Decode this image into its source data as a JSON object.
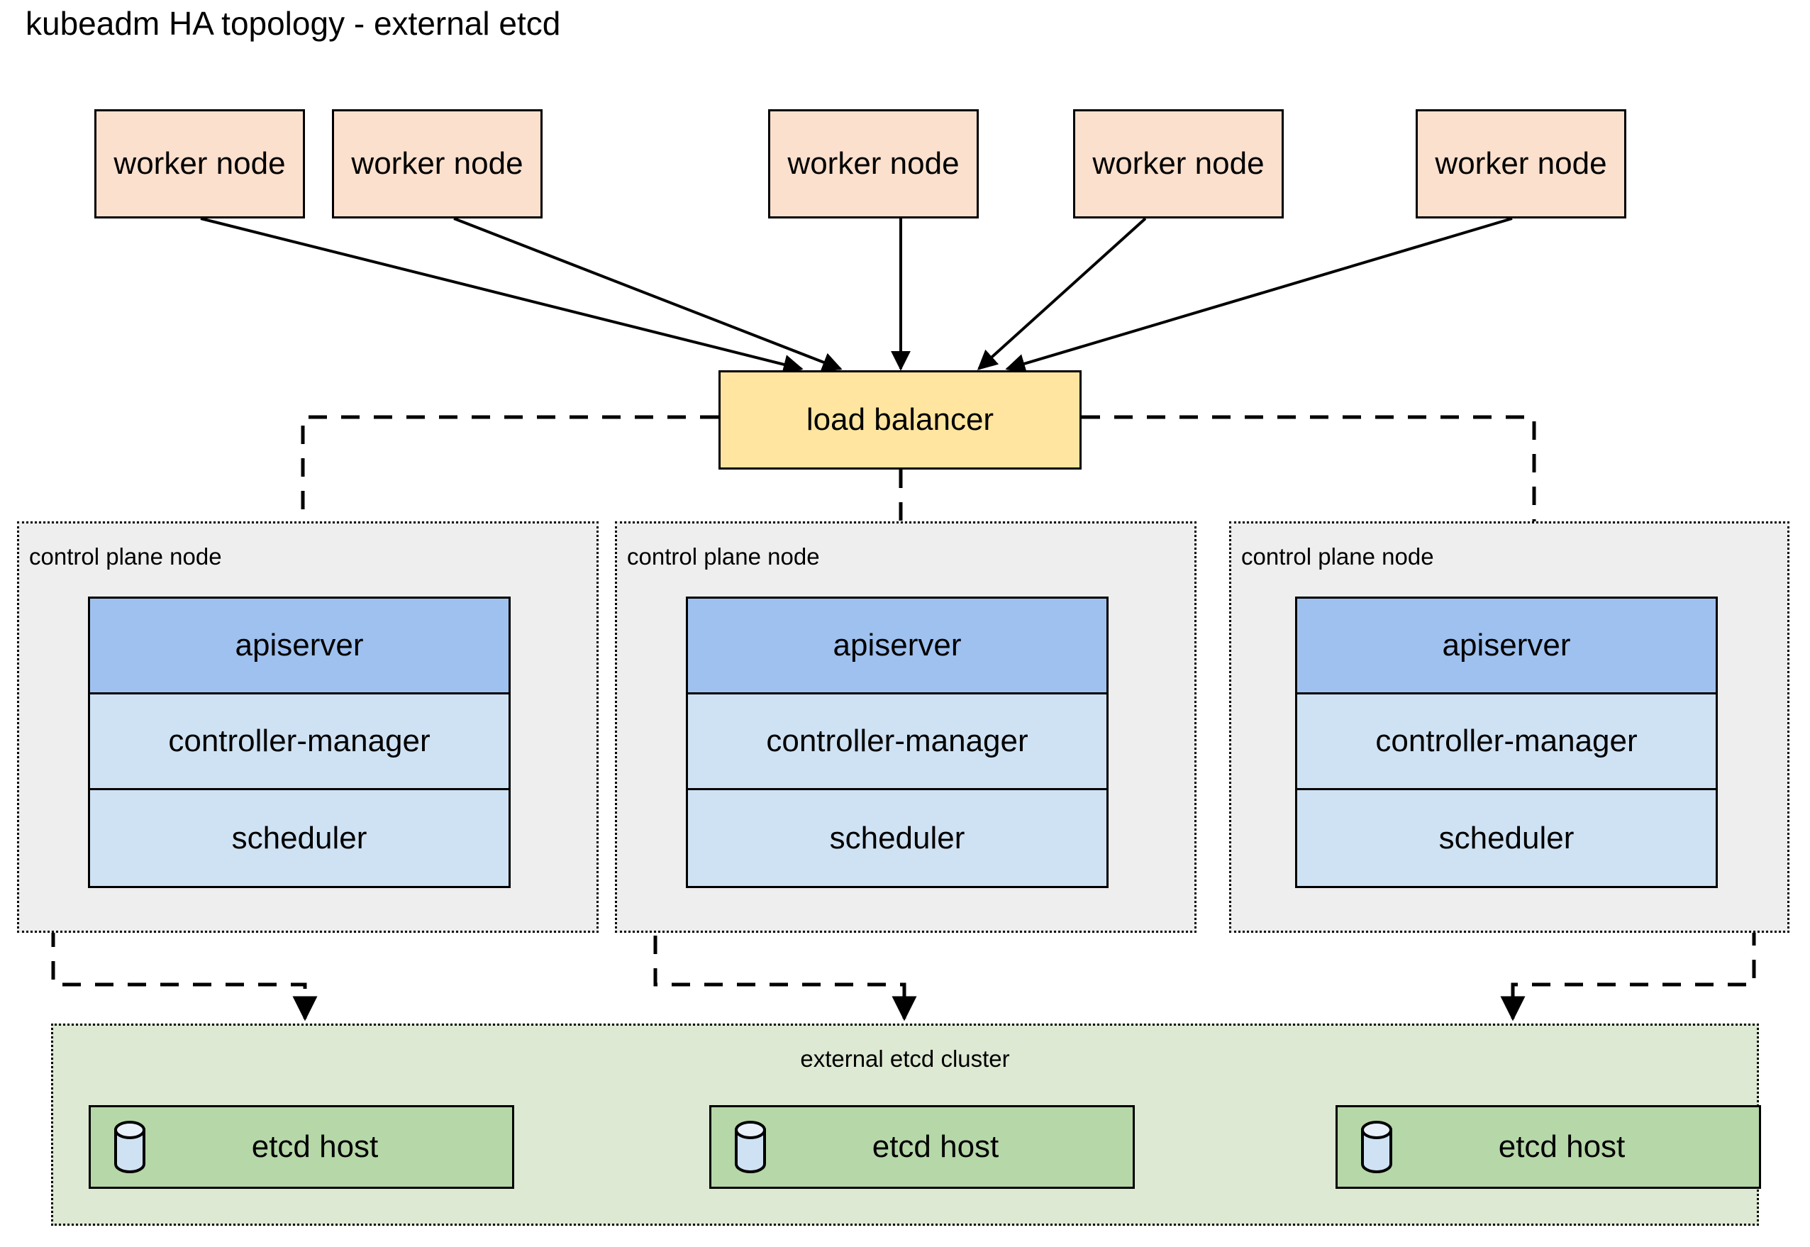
{
  "title": "kubeadm HA topology - external etcd",
  "colors": {
    "worker_fill": "#fbe0cd",
    "load_balancer_fill": "#ffe5a0",
    "control_plane_fill": "#eeeeee",
    "apiserver_fill": "#9fc1ef",
    "component_fill": "#cfe2f3",
    "etcd_cluster_fill": "#dde9d3",
    "etcd_host_fill": "#b6d7a8",
    "etcd_cylinder_fill": "#cfe2f3",
    "stroke": "#000000"
  },
  "workers": [
    {
      "label": "worker node"
    },
    {
      "label": "worker node"
    },
    {
      "label": "worker node"
    },
    {
      "label": "worker node"
    },
    {
      "label": "worker node"
    }
  ],
  "load_balancer": {
    "label": "load balancer"
  },
  "control_planes": [
    {
      "label": "control plane node",
      "components": [
        {
          "label": "apiserver"
        },
        {
          "label": "controller-manager"
        },
        {
          "label": "scheduler"
        }
      ]
    },
    {
      "label": "control plane node",
      "components": [
        {
          "label": "apiserver"
        },
        {
          "label": "controller-manager"
        },
        {
          "label": "scheduler"
        }
      ]
    },
    {
      "label": "control plane node",
      "components": [
        {
          "label": "apiserver"
        },
        {
          "label": "controller-manager"
        },
        {
          "label": "scheduler"
        }
      ]
    }
  ],
  "etcd_cluster": {
    "label": "external etcd cluster",
    "hosts": [
      {
        "label": "etcd host",
        "icon": "database-cylinder-icon"
      },
      {
        "label": "etcd host",
        "icon": "database-cylinder-icon"
      },
      {
        "label": "etcd host",
        "icon": "database-cylinder-icon"
      }
    ]
  }
}
